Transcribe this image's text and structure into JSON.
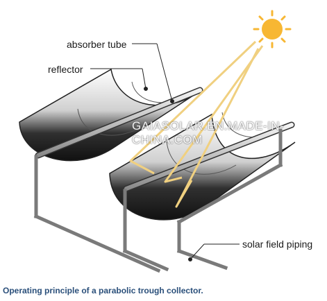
{
  "labels": {
    "absorber_tube": "absorber tube",
    "reflector": "reflector",
    "solar_field_piping": "solar field piping"
  },
  "watermark": "GAIASOLAR.EN.MADE-IN-CHINA.COM",
  "caption": "Operating principle of a parabolic trough collector.",
  "colors": {
    "sun": "#f7b733",
    "sun_ray": "#f0d080",
    "reflector_dark": "#1a1a1a",
    "frame": "#7a7a7a",
    "caption": "#2a4f7a"
  },
  "icons": [
    "sun-icon"
  ]
}
